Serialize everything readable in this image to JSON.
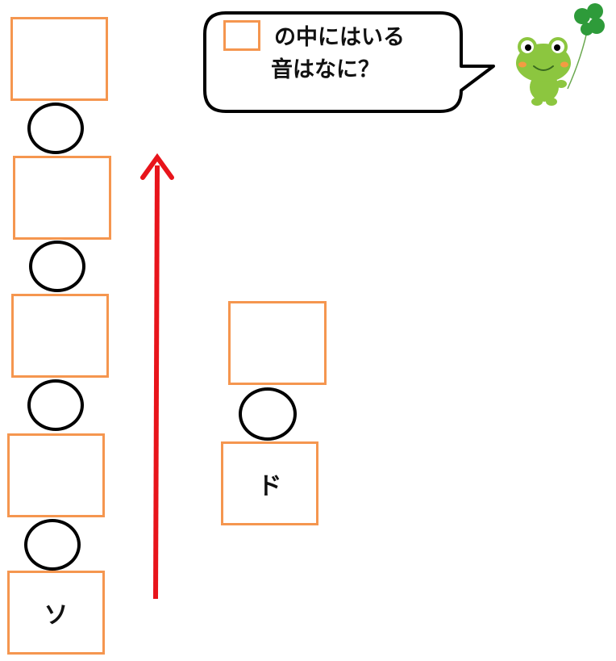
{
  "bubble": {
    "line1": "の中にはいる",
    "line2": "音はなに？"
  },
  "left_column": {
    "boxes": [
      "",
      "",
      "",
      "",
      "ソ"
    ]
  },
  "right_column": {
    "boxes": [
      "",
      "ド"
    ]
  },
  "icons": {
    "frog": "frog-with-clover-icon",
    "arrow": "up-arrow-icon"
  },
  "colors": {
    "box_border": "#f5964f",
    "arrow": "#e8141b",
    "frog_green": "#8cc63f",
    "clover_green": "#2e9b3a"
  }
}
